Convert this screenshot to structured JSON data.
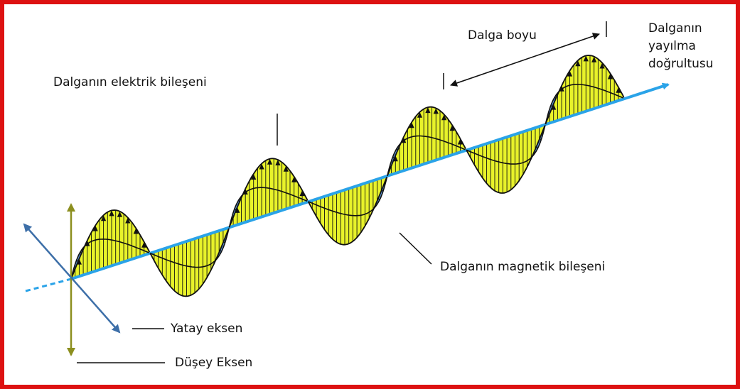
{
  "diagram": {
    "labels": {
      "electric_component": "Dalganın elektrik bileşeni",
      "magnetic_component": "Dalganın magnetik bileşeni",
      "wavelength": "Dalga boyu",
      "propagation_line1": "Dalganın",
      "propagation_line2": "yayılma",
      "propagation_line3": "doğrultusu",
      "horizontal_axis": "Yatay eksen",
      "vertical_axis": "Düşey Eksen"
    },
    "colors": {
      "frame_border": "#dd1111",
      "electric_fill": "#e8f22a",
      "magnetic_fill": "#5b98dc",
      "propagation_axis": "#2aa3e8",
      "vertical_axis": "#8c8f1f",
      "horizontal_axis": "#3d6fa8"
    }
  }
}
